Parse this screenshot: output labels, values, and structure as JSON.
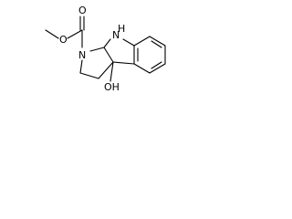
{
  "molecule": {
    "atoms": {
      "nh": "N",
      "h": "H",
      "n_carbamate": "N",
      "o_carbonyl": "O",
      "o_ester": "O",
      "oh": "OH"
    }
  }
}
